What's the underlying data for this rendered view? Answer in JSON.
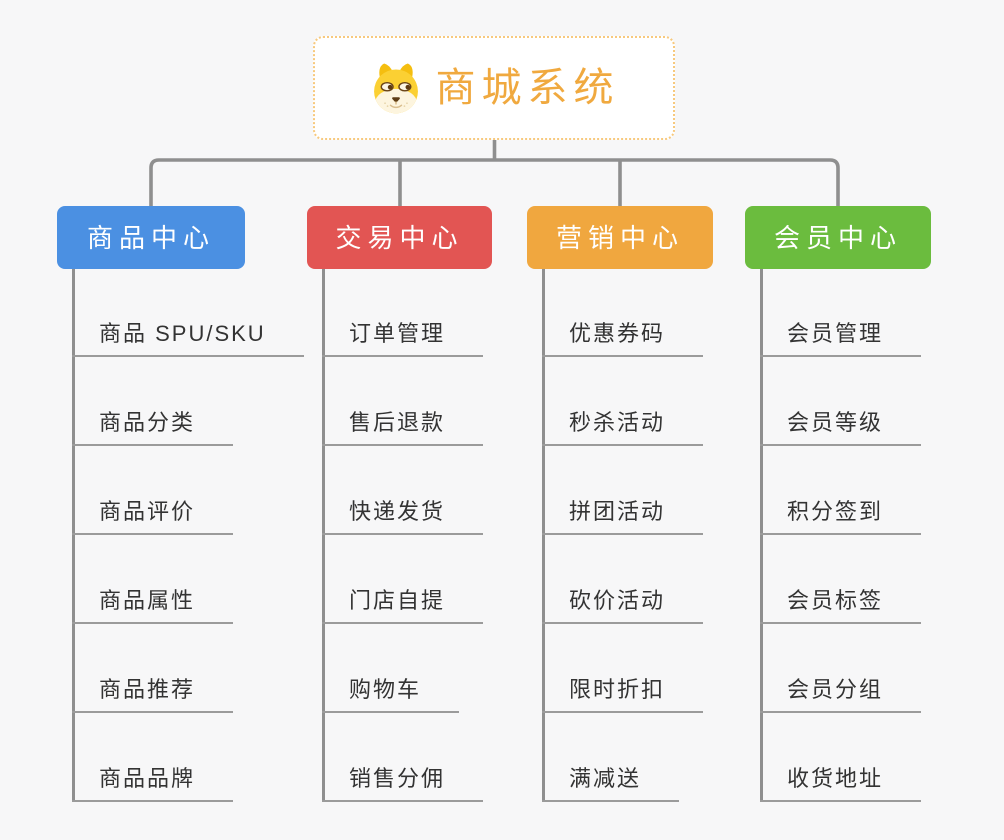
{
  "root": {
    "title": "商城系统",
    "icon": "dog-face-icon"
  },
  "branches": [
    {
      "id": "product-center",
      "label": "商品中心",
      "color": "#4B90E2",
      "items": [
        "商品 SPU/SKU",
        "商品分类",
        "商品评价",
        "商品属性",
        "商品推荐",
        "商品品牌"
      ]
    },
    {
      "id": "trade-center",
      "label": "交易中心",
      "color": "#E25553",
      "items": [
        "订单管理",
        "售后退款",
        "快递发货",
        "门店自提",
        "购物车",
        "销售分佣"
      ]
    },
    {
      "id": "marketing-center",
      "label": "营销中心",
      "color": "#F0A73F",
      "items": [
        "优惠券码",
        "秒杀活动",
        "拼团活动",
        "砍价活动",
        "限时折扣",
        "满减送"
      ]
    },
    {
      "id": "member-center",
      "label": "会员中心",
      "color": "#6BBC3E",
      "items": [
        "会员管理",
        "会员等级",
        "积分签到",
        "会员标签",
        "会员分组",
        "收货地址"
      ]
    }
  ],
  "colors": {
    "background": "#F7F7F8",
    "connector": "#8F8F8F",
    "underline": "#9B9B9B",
    "item_text": "#333333",
    "root_text": "#F0A93F",
    "root_border": "#F7C97E"
  }
}
